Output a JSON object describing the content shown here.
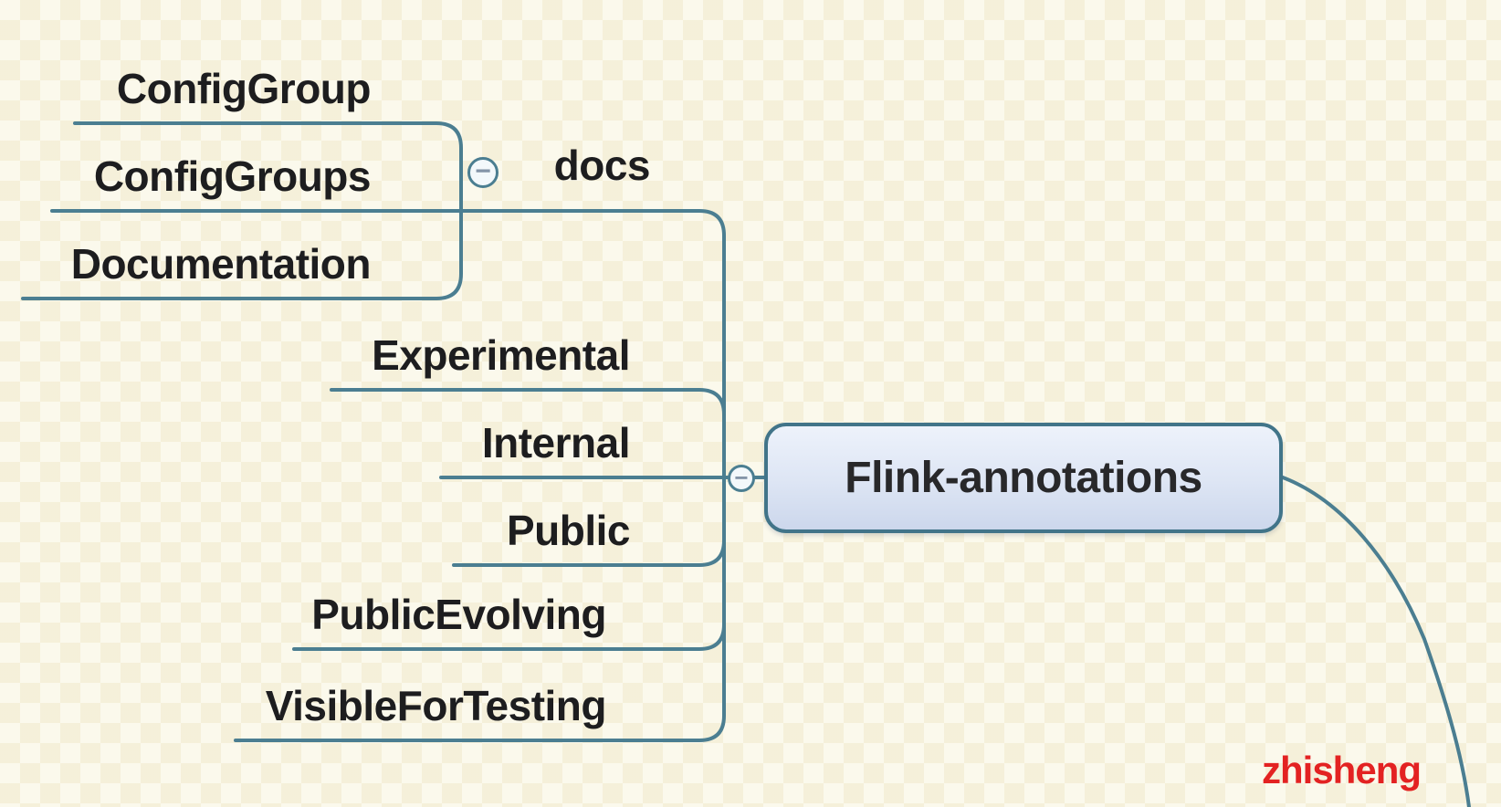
{
  "map": {
    "root": {
      "label": "Flink-annotations"
    },
    "branches": [
      {
        "label": "docs",
        "children": [
          {
            "label": "ConfigGroup"
          },
          {
            "label": "ConfigGroups"
          },
          {
            "label": "Documentation"
          }
        ]
      },
      {
        "label": "Experimental"
      },
      {
        "label": "Internal"
      },
      {
        "label": "Public"
      },
      {
        "label": "PublicEvolving"
      },
      {
        "label": "VisibleForTesting"
      }
    ],
    "collapse_buttons": [
      {
        "attached_to": "docs",
        "state": "expanded",
        "glyph": "−"
      },
      {
        "attached_to": "Flink-annotations",
        "state": "expanded",
        "glyph": "−"
      }
    ]
  },
  "watermark": {
    "text": "zhisheng"
  },
  "colors": {
    "connector_line": "#4b7e91",
    "root_node_border": "#417489",
    "root_node_fill_top": "#edf2fb",
    "root_node_fill_bottom": "#ccd7ec",
    "topic_text": "#1d1d1f",
    "watermark_red": "#e32222",
    "canvas_background": "#f9f6e4"
  }
}
